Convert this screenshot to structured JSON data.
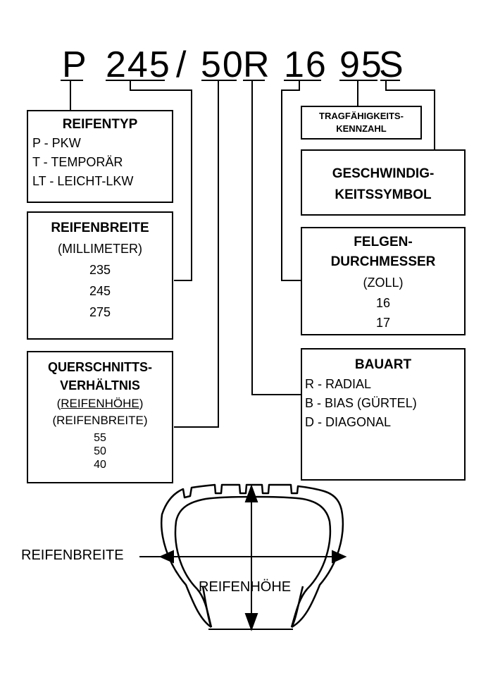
{
  "code": {
    "p": "P",
    "width": "245",
    "slash": "/",
    "aspect": "50",
    "construction": "R",
    "rim": "16",
    "load": "95",
    "speed": "S"
  },
  "boxes": {
    "reifentyp": {
      "title": "REIFENTYP",
      "lines": [
        "P - PKW",
        "T - TEMPORÄR",
        "LT - LEICHT-LKW"
      ]
    },
    "reifenbreite": {
      "title": "REIFENBREITE",
      "unit": "(MILLIMETER)",
      "values": [
        "235",
        "245",
        "275"
      ]
    },
    "querschnitt": {
      "title1": "QUERSCHNITTS-",
      "title2": "VERHÄLTNIS",
      "ratio_top": "REIFENHÖHE",
      "ratio_bottom": "REIFENBREITE",
      "values": [
        "55",
        "50",
        "40"
      ]
    },
    "tragfaehigkeit": {
      "title1": "TRAGFÄHIGKEITS-",
      "title2": "KENNZAHL"
    },
    "geschwindigkeit": {
      "title1": "GESCHWINDIG-",
      "title2": "KEITSSYMBOL"
    },
    "felgen": {
      "title1": "FELGEN-",
      "title2": "DURCHMESSER",
      "unit": "(ZOLL)",
      "values": [
        "16",
        "17"
      ]
    },
    "bauart": {
      "title": "BAUART",
      "lines": [
        "R - RADIAL",
        "B - BIAS (GÜRTEL)",
        "D - DIAGONAL"
      ]
    }
  },
  "tire": {
    "width_label": "REIFENBREITE",
    "height_label": "REIFENHÖHE"
  }
}
